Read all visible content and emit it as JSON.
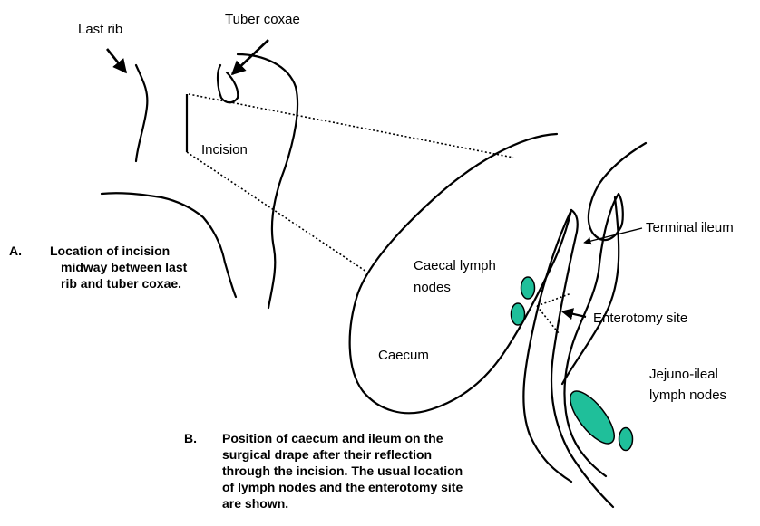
{
  "labels": {
    "last_rib": "Last rib",
    "tuber_coxae": "Tuber coxae",
    "incision": "Incision",
    "caecal_lymph_line1": "Caecal lymph",
    "caecal_lymph_line2": "nodes",
    "caecum": "Caecum",
    "terminal_ileum": "Terminal ileum",
    "enterotomy_site": "Enterotomy site",
    "jejuno_line1": "Jejuno-ileal",
    "jejuno_line2": "lymph nodes"
  },
  "captions": {
    "a_letter": "A.",
    "a_line1": "Location of incision",
    "a_line2": "midway between last",
    "a_line3": "rib and tuber coxae.",
    "b_letter": "B.",
    "b_line1": "Position of caecum and ileum on the",
    "b_line2": "surgical drape after their reflection",
    "b_line3": "through the incision. The usual location",
    "b_line4": "of lymph nodes and the enterotomy site",
    "b_line5": "are shown."
  },
  "colors": {
    "lymph_node_fill": "#1fbf9a",
    "line": "#000000"
  }
}
